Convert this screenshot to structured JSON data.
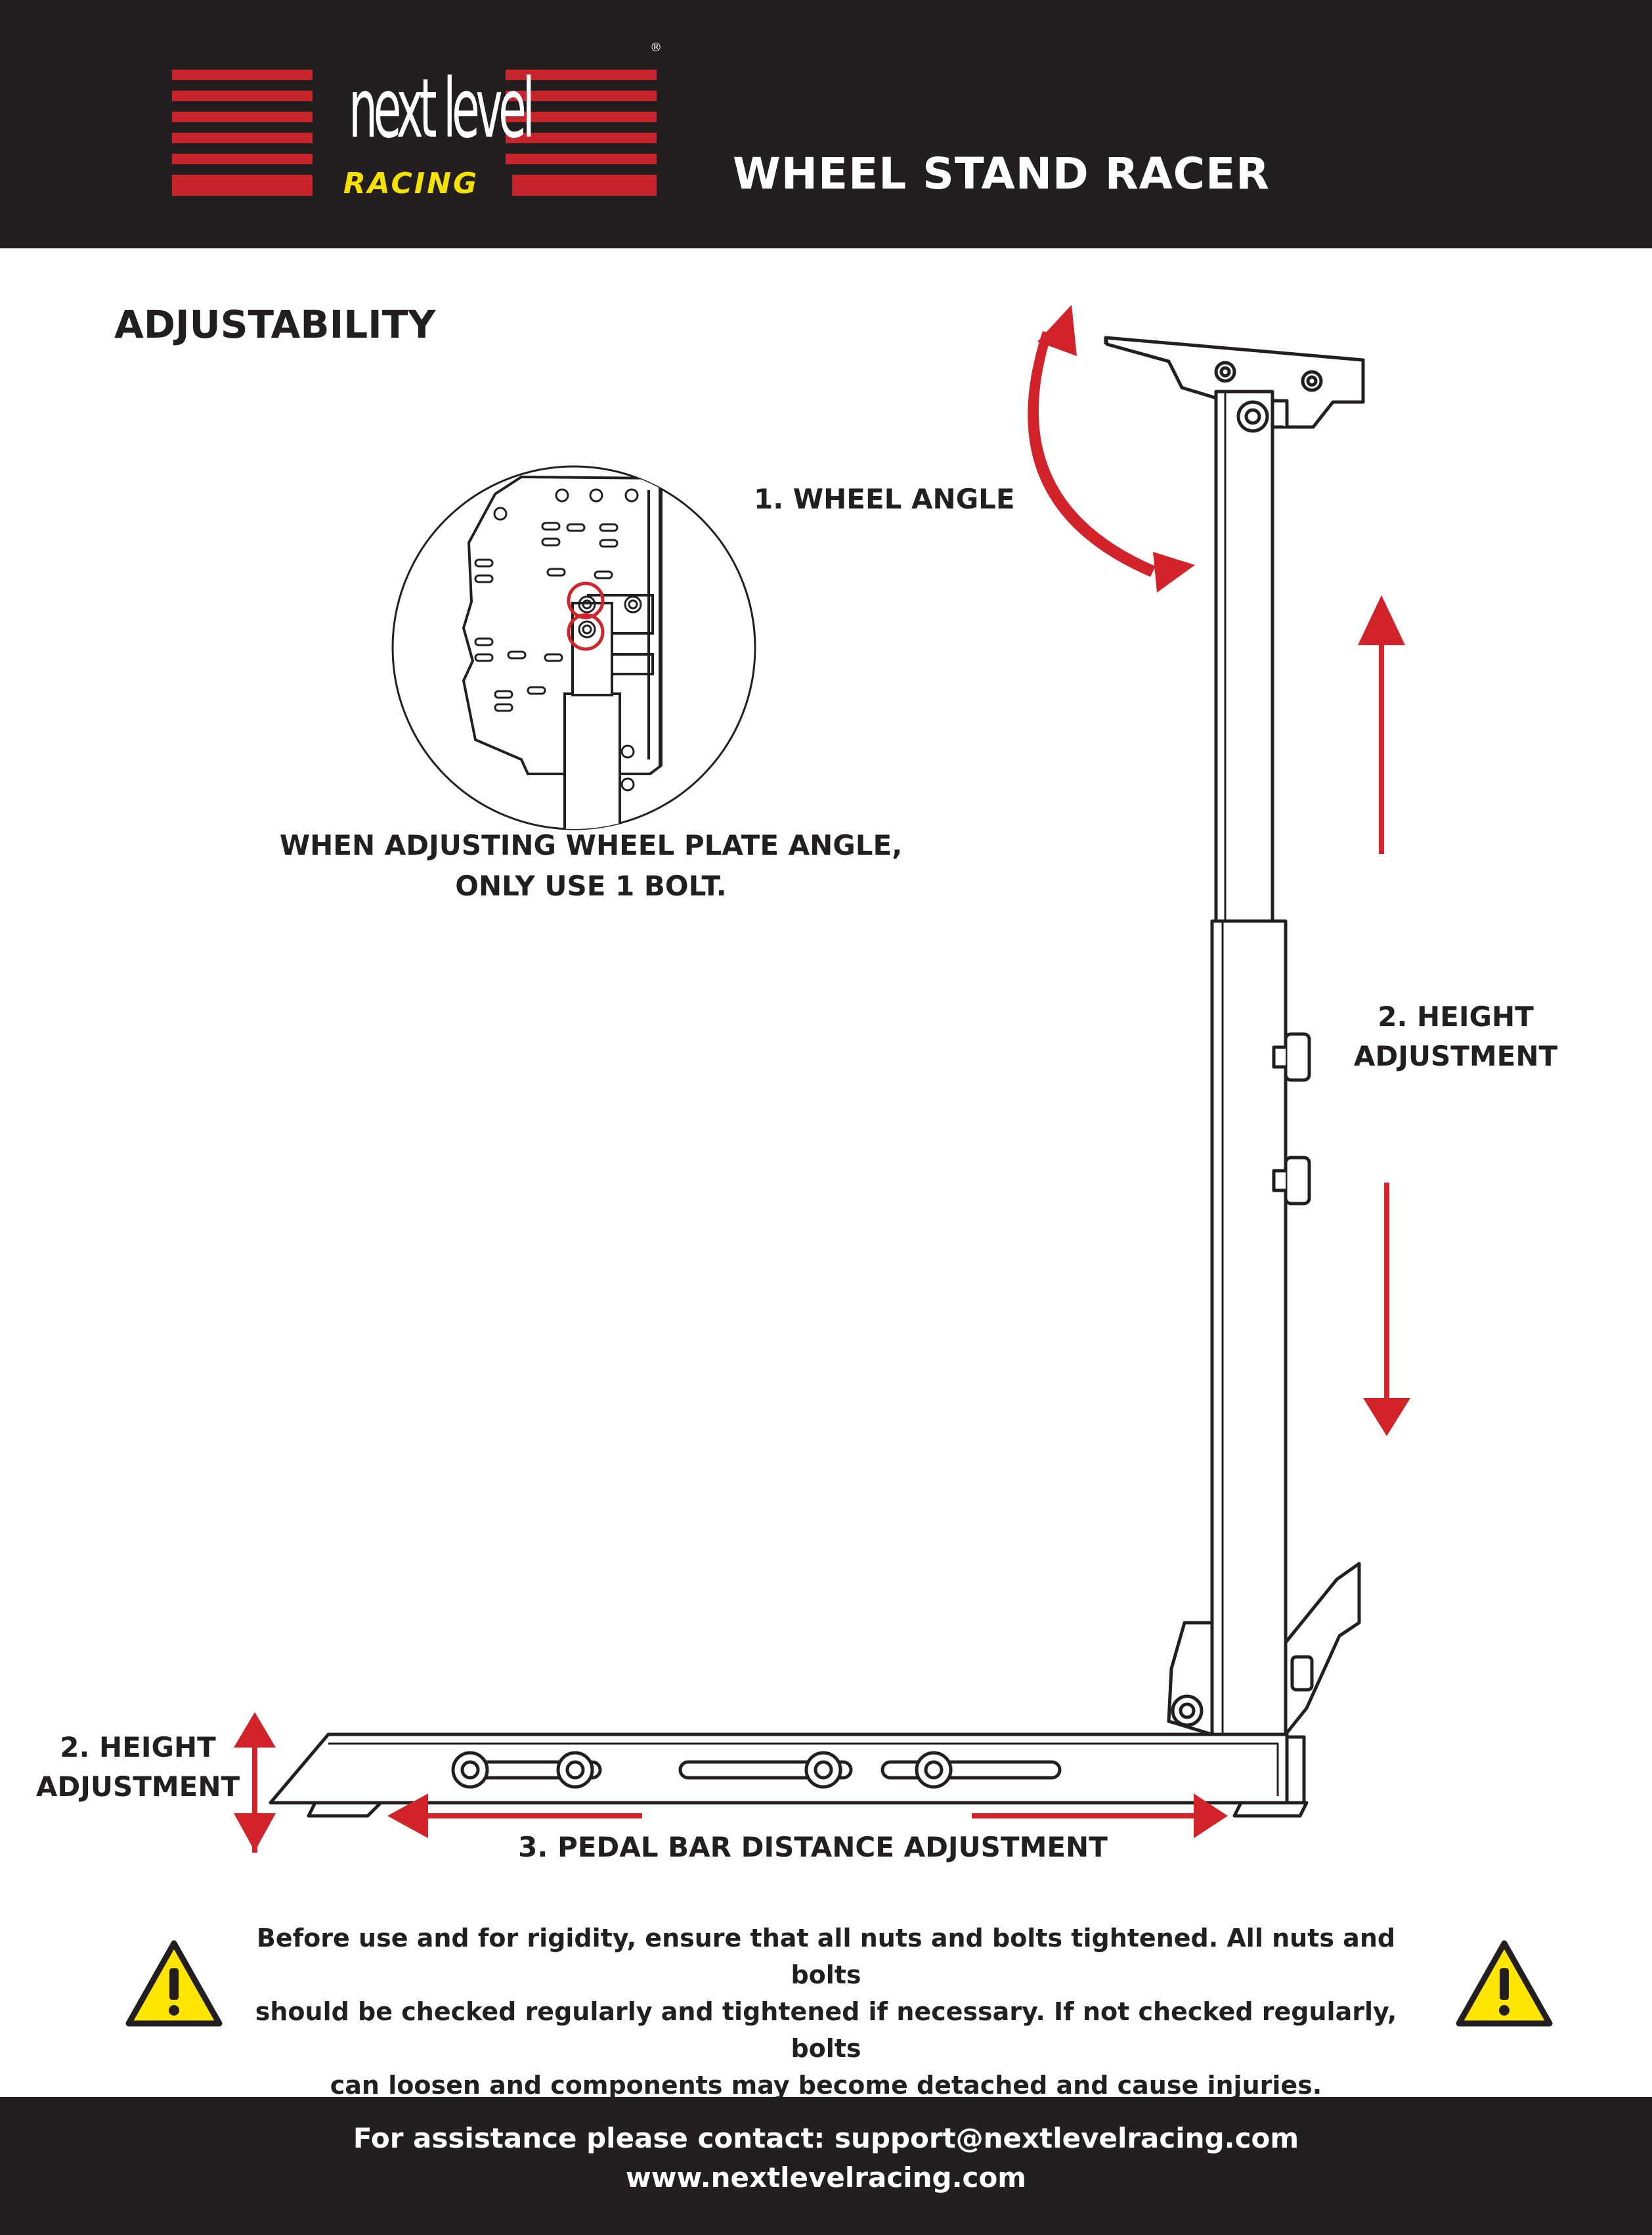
{
  "header": {
    "logo": {
      "wordmark": "next level",
      "sub": "RACING",
      "reg_mark": "®"
    },
    "title": "WHEEL STAND RACER"
  },
  "section": {
    "title": "ADJUSTABILITY"
  },
  "labels": {
    "wheel_angle": "1. WHEEL ANGLE",
    "height_right_line1": "2. HEIGHT",
    "height_right_line2": "ADJUSTMENT",
    "height_left_line1": "2. HEIGHT",
    "height_left_line2": "ADJUSTMENT",
    "pedal_bar": "3. PEDAL BAR DISTANCE ADJUSTMENT"
  },
  "callout": {
    "note_line1": "WHEN ADJUSTING WHEEL PLATE ANGLE,",
    "note_line2": "ONLY USE 1 BOLT."
  },
  "warning": {
    "line1": "Before use and for rigidity, ensure that all nuts and bolts tightened.  All nuts and bolts",
    "line2": "should be checked regularly and tightened if necessary.  If not checked regularly, bolts",
    "line3": "can loosen and components may become detached and cause injuries."
  },
  "footer": {
    "contact": "For assistance please contact: support@nextlevelracing.com",
    "website": "www.nextlevelracing.com"
  },
  "colors": {
    "dark": "#231f20",
    "brand_red": "#c8242b",
    "arrow_red": "#d2232a",
    "logo_yellow": "#f5e100",
    "warning_yellow": "#ffe500"
  }
}
